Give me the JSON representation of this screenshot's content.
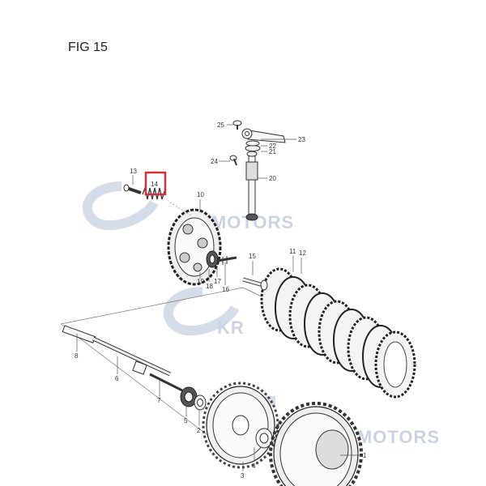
{
  "figure": {
    "title": "FIG 15",
    "highlight_color": "#d0323a",
    "watermark_color": "#c9d3e3"
  },
  "watermarks": [
    "KR MOTORS",
    "KR",
    "KR MOTORS"
  ],
  "callouts": {
    "p1": "1",
    "p2": "2",
    "p3": "3",
    "p4": "4",
    "p5": "5",
    "p6": "6",
    "p7": "7",
    "p8": "8",
    "p10": "10",
    "p11": "11",
    "p12": "12",
    "p13": "13",
    "p14": "14",
    "p15": "15",
    "p16": "16",
    "p17": "17",
    "p18": "18",
    "p19": "19",
    "p20": "20",
    "p21": "21",
    "p22": "22",
    "p23": "23",
    "p24": "24",
    "p25": "25"
  },
  "highlighted_part": "14"
}
